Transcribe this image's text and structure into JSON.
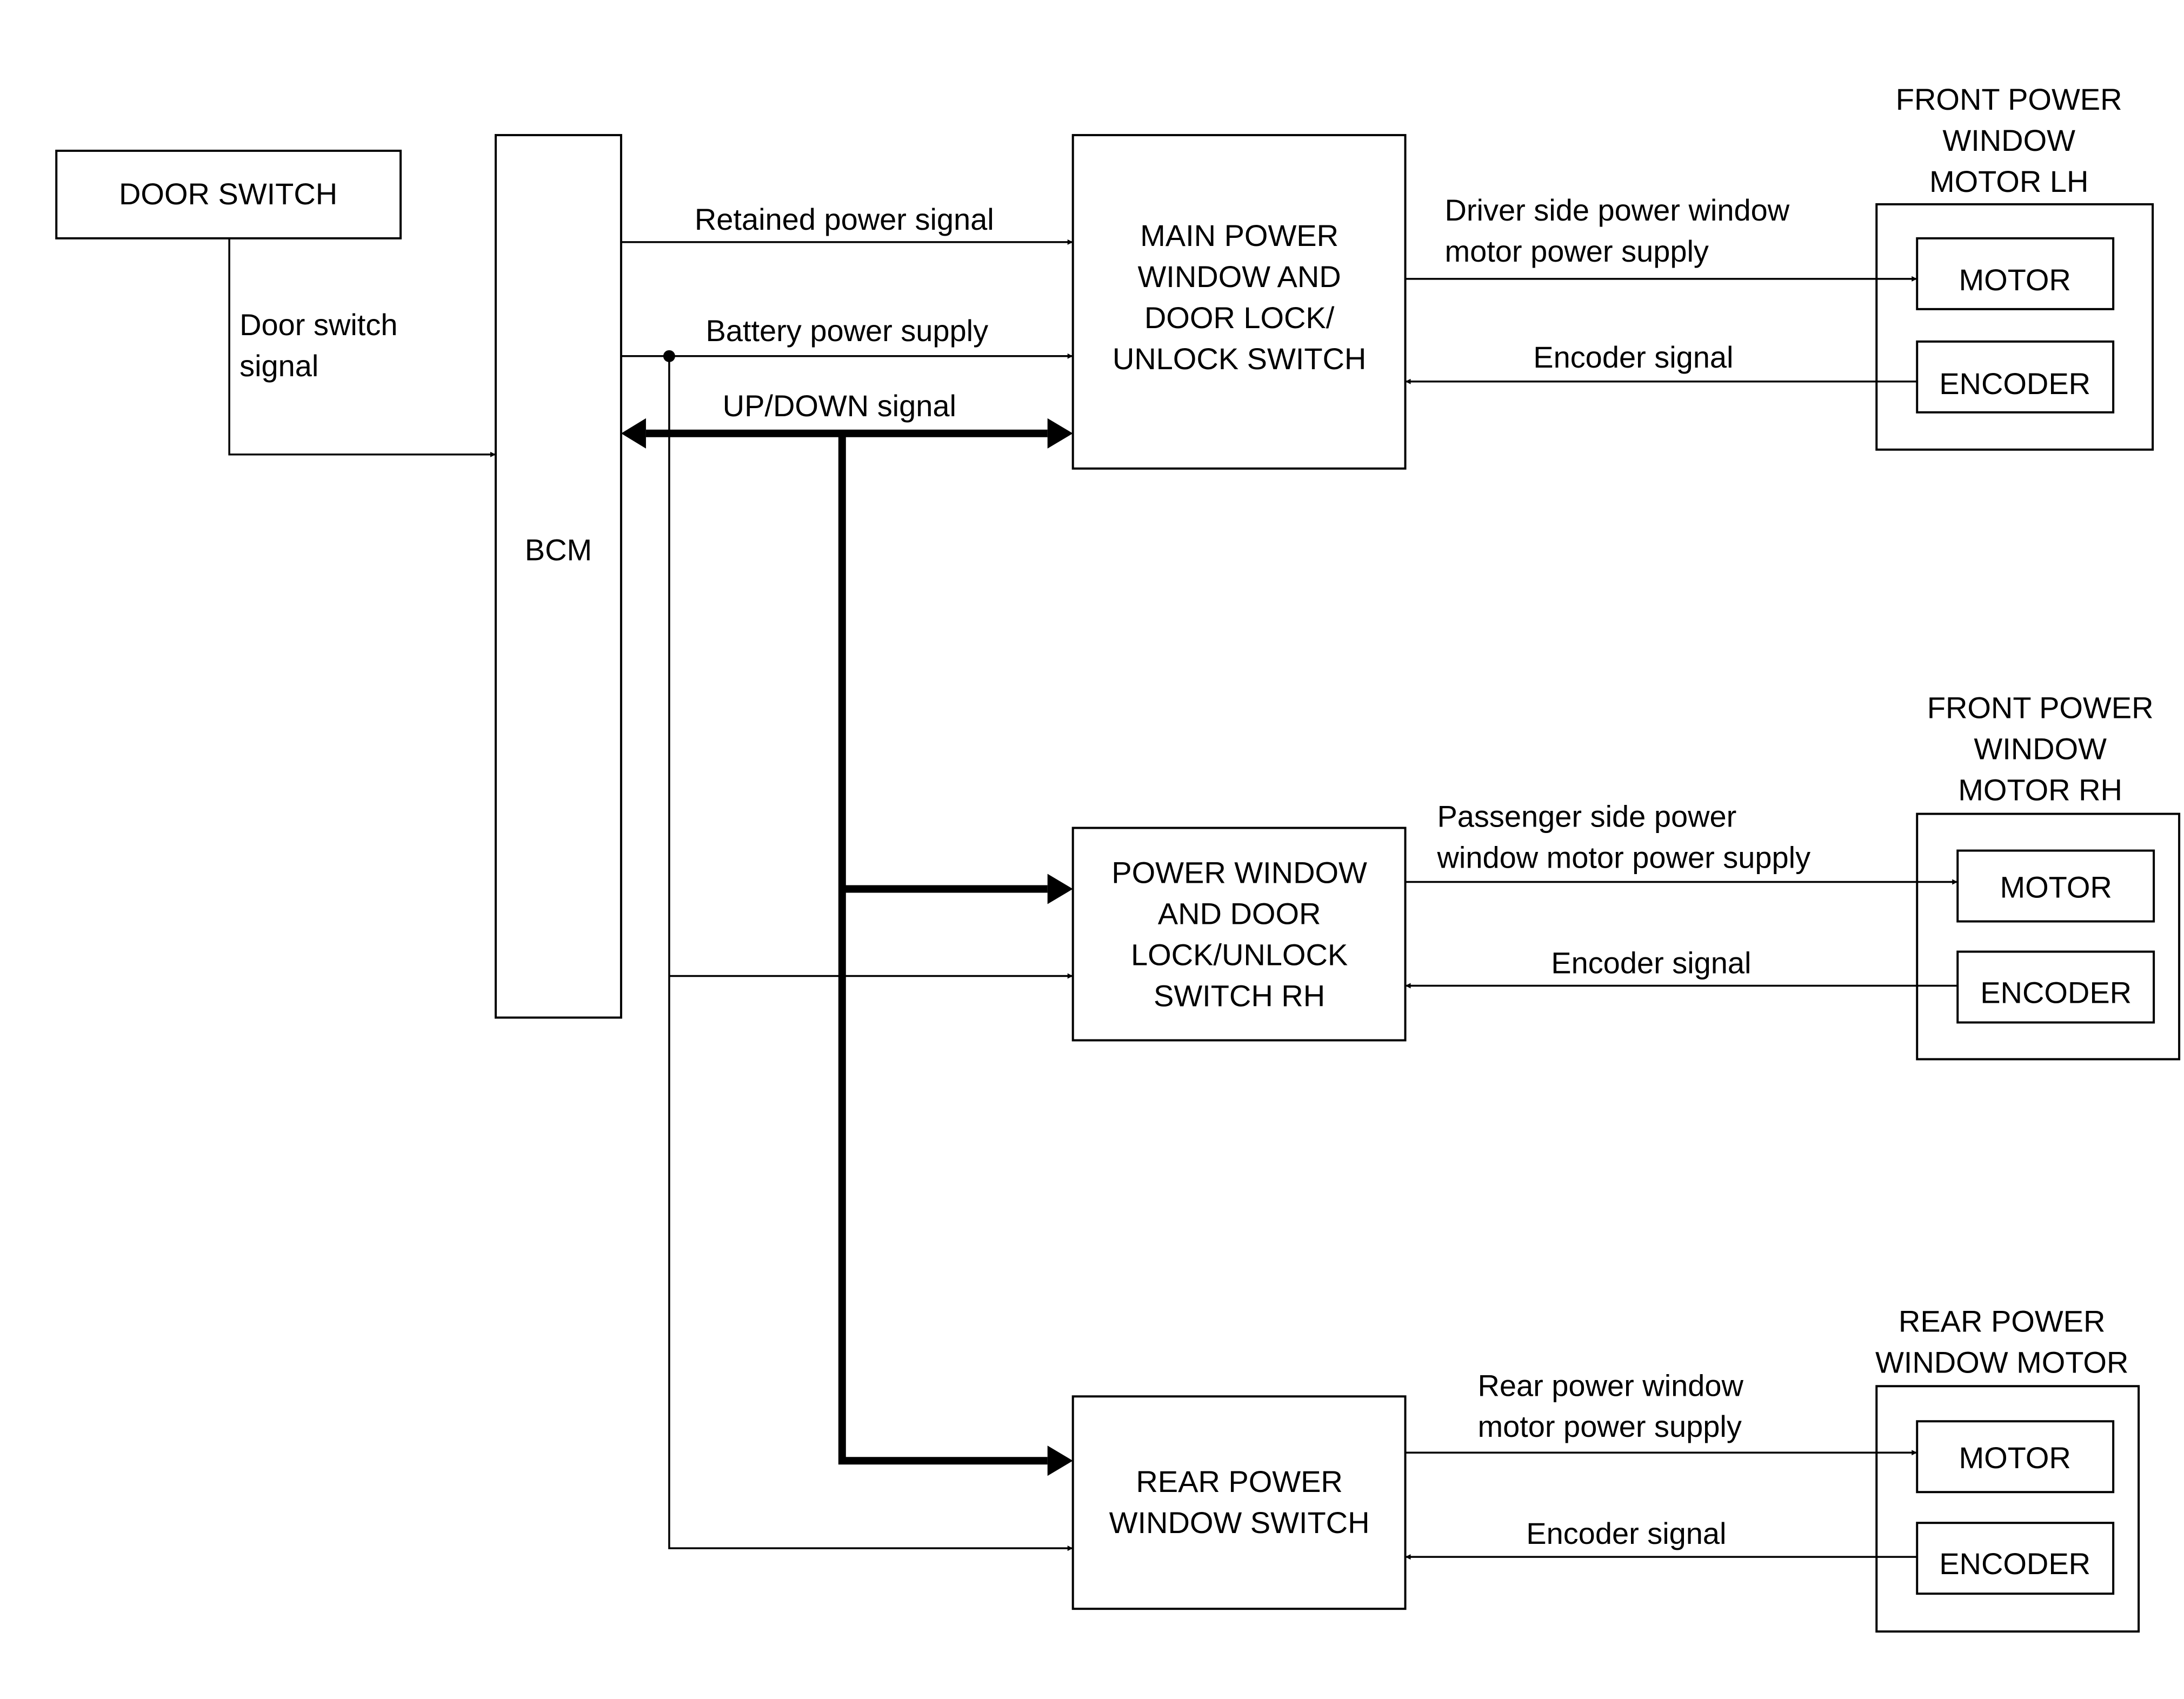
{
  "blocks": {
    "door_switch": "DOOR SWITCH",
    "bcm": "BCM",
    "main_switch": [
      "MAIN POWER",
      "WINDOW AND",
      "DOOR LOCK/",
      "UNLOCK SWITCH"
    ],
    "switch_rh": [
      "POWER WINDOW",
      "AND DOOR",
      "LOCK/UNLOCK",
      "SWITCH RH"
    ],
    "rear_switch": [
      "REAR POWER",
      "WINDOW SWITCH"
    ]
  },
  "motors": {
    "front_lh": {
      "title": [
        "FRONT POWER",
        "WINDOW",
        "MOTOR LH"
      ],
      "motor": "MOTOR",
      "encoder": "ENCODER"
    },
    "front_rh": {
      "title": [
        "FRONT POWER",
        "WINDOW",
        "MOTOR RH"
      ],
      "motor": "MOTOR",
      "encoder": "ENCODER"
    },
    "rear": {
      "title": [
        "REAR POWER",
        "WINDOW MOTOR"
      ],
      "motor": "MOTOR",
      "encoder": "ENCODER"
    }
  },
  "signals": {
    "door_switch_signal": [
      "Door switch",
      "signal"
    ],
    "retained_power": "Retained power signal",
    "battery_power": "Battery power supply",
    "up_down": "UP/DOWN signal",
    "driver_supply": [
      "Driver side power window",
      "motor power supply"
    ],
    "passenger_supply": [
      "Passenger side power",
      "window motor power supply"
    ],
    "rear_supply": [
      "Rear power window",
      "motor power supply"
    ],
    "encoder_lh": "Encoder signal",
    "encoder_rh": "Encoder signal",
    "encoder_rear": "Encoder signal"
  }
}
